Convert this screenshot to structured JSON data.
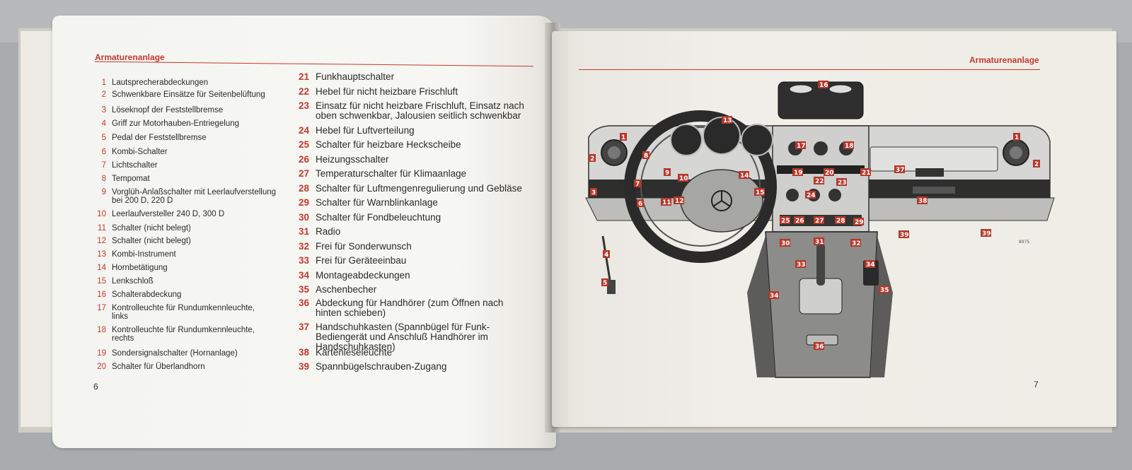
{
  "section_title": "Armaturenanlage",
  "left_page_number": "6",
  "right_page_number": "7",
  "left_items": [
    {
      "num": "1",
      "text": "Lautsprecherabdeckungen"
    },
    {
      "num": "2",
      "text": "Schwenkbare Einsätze für Seitenbelüftung"
    },
    {
      "num": "3",
      "text": "Löseknopf der Feststellbremse"
    },
    {
      "num": "4",
      "text": "Griff zur Motorhauben-Entriegelung"
    },
    {
      "num": "5",
      "text": "Pedal der Feststellbremse"
    },
    {
      "num": "6",
      "text": "Kombi-Schalter"
    },
    {
      "num": "7",
      "text": "Lichtschalter"
    },
    {
      "num": "8",
      "text": "Tempomat"
    },
    {
      "num": "9",
      "text": "Vorglüh-Anlaßschalter mit Leerlaufverstellung bei 200 D, 220 D"
    },
    {
      "num": "10",
      "text": "Leerlaufversteller 240 D, 300 D"
    },
    {
      "num": "11",
      "text": "Schalter (nicht belegt)"
    },
    {
      "num": "12",
      "text": "Schalter (nicht belegt)"
    },
    {
      "num": "13",
      "text": "Kombi-Instrument"
    },
    {
      "num": "14",
      "text": "Hornbetätigung"
    },
    {
      "num": "15",
      "text": "Lenkschloß"
    },
    {
      "num": "16",
      "text": "Schalterabdeckung"
    },
    {
      "num": "17",
      "text": "Kontrolleuchte für Rundumkennleuchte, links"
    },
    {
      "num": "18",
      "text": "Kontrolleuchte für Rundumkennleuchte, rechts"
    },
    {
      "num": "19",
      "text": "Sondersignalschalter (Hornanlage)"
    },
    {
      "num": "20",
      "text": "Schalter für Überlandhorn"
    }
  ],
  "right_items": [
    {
      "num": "21",
      "text": "Funkhauptschalter"
    },
    {
      "num": "22",
      "text": "Hebel für nicht heizbare Frischluft"
    },
    {
      "num": "23",
      "text": "Einsatz für nicht heizbare Frischluft, Einsatz nach oben schwenkbar, Jalousien seitlich schwenkbar"
    },
    {
      "num": "24",
      "text": "Hebel für Luftverteilung"
    },
    {
      "num": "25",
      "text": "Schalter für heizbare Heckscheibe"
    },
    {
      "num": "26",
      "text": "Heizungsschalter"
    },
    {
      "num": "27",
      "text": "Temperaturschalter für Klimaanlage"
    },
    {
      "num": "28",
      "text": "Schalter für Luftmengenregulierung und Gebläse"
    },
    {
      "num": "29",
      "text": "Schalter für Warnblinkanlage"
    },
    {
      "num": "30",
      "text": "Schalter für Fondbeleuchtung"
    },
    {
      "num": "31",
      "text": "Radio"
    },
    {
      "num": "32",
      "text": "Frei für Sonderwunsch"
    },
    {
      "num": "33",
      "text": "Frei für Geräteeinbau"
    },
    {
      "num": "34",
      "text": "Montageabdeckungen"
    },
    {
      "num": "35",
      "text": "Aschenbecher"
    },
    {
      "num": "36",
      "text": "Abdeckung für Handhörer (zum Öffnen nach hinten schieben)"
    },
    {
      "num": "37",
      "text": "Handschuhkasten (Spannbügel für Funk-Bediengerät und Anschluß Handhörer im Handschuhkasten)"
    },
    {
      "num": "38",
      "text": "Kartenleseleuchte"
    },
    {
      "num": "39",
      "text": "Spannbügelschrauben-Zugang"
    }
  ],
  "diagram": {
    "code": "8975",
    "callouts": [
      "16",
      "13",
      "1",
      "1",
      "2",
      "2",
      "3",
      "8",
      "9",
      "10",
      "7",
      "6",
      "11",
      "12",
      "14",
      "15",
      "17",
      "18",
      "19",
      "20",
      "21",
      "22",
      "23",
      "24",
      "25",
      "26",
      "27",
      "28",
      "29",
      "30",
      "31",
      "32",
      "33",
      "34",
      "34",
      "35",
      "36",
      "37",
      "38",
      "39",
      "39",
      "4",
      "5"
    ]
  },
  "colors": {
    "accent": "#c23a2e",
    "callout": "#b5382b",
    "page": "#f4f4f1"
  }
}
